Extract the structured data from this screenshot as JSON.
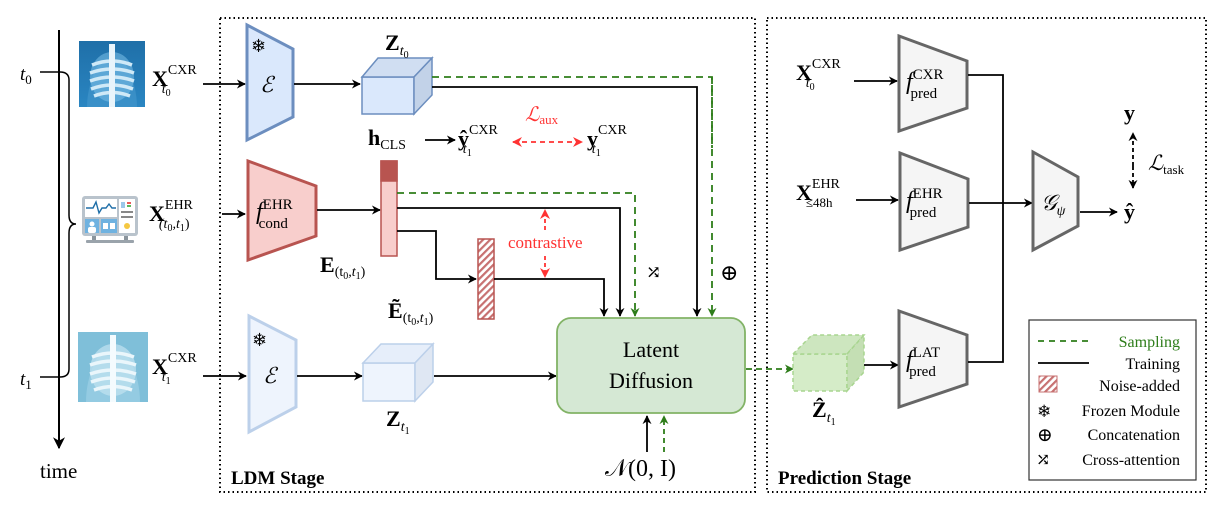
{
  "timeline": {
    "t0_label": "t",
    "t0_sub": "0",
    "t1_label": "t",
    "t1_sub": "1",
    "axis_label": "time"
  },
  "inputs": {
    "cxr_t0": {
      "main": "X",
      "sup": "CXR",
      "sub": "t",
      "subsub": "0",
      "icon": "chest-xray-icon"
    },
    "ehr": {
      "main": "X",
      "sup": "EHR",
      "sub": "(t",
      "subsub0": "0",
      "sub_mid": ",t",
      "subsub1": "1",
      "sub_end": ")",
      "icon": "patient-monitor-icon"
    },
    "cxr_t1": {
      "main": "X",
      "sup": "CXR",
      "sub": "t",
      "subsub": "1",
      "icon": "chest-xray-icon"
    }
  },
  "ldm_stage": {
    "title": "LDM Stage",
    "encoder_symbol": "ℰ",
    "frozen_icon": "❄",
    "z_t0": {
      "main": "Z",
      "sub": "t",
      "subsub": "0"
    },
    "z_t1": {
      "main": "Z",
      "sub": "t",
      "subsub": "1"
    },
    "f_cond": {
      "main": "f",
      "sup": "EHR",
      "sub": "cond"
    },
    "h_cls": {
      "main": "h",
      "sub": "CLS"
    },
    "y_hat": {
      "main": "ŷ",
      "sup": "CXR",
      "sub": "t",
      "subsub": "1"
    },
    "y_true": {
      "main": "y",
      "sup": "CXR",
      "sub": "t",
      "subsub": "1"
    },
    "l_aux": {
      "main": "ℒ",
      "sub": "aux"
    },
    "e_label": {
      "main": "E",
      "sub": "(t",
      "subsub0": "0",
      "sub_mid": ",t",
      "subsub1": "1",
      "sub_end": ")"
    },
    "e_tilde_label": {
      "main": "Ẽ",
      "sub": "(t",
      "subsub0": "0",
      "sub_mid": ",t",
      "subsub1": "1",
      "sub_end": ")"
    },
    "contrastive_label": "contrastive",
    "cross_attention_symbol": "⤮",
    "concat_symbol": "⊕",
    "latent_diffusion_line1": "Latent",
    "latent_diffusion_line2": "Diffusion",
    "noise": "𝒩(0, I)"
  },
  "prediction_stage": {
    "title": "Prediction Stage",
    "x_cxr": {
      "main": "X",
      "sup": "CXR",
      "sub": "t",
      "subsub": "0"
    },
    "x_ehr": {
      "main": "X",
      "sup": "EHR",
      "sub": "≤48h"
    },
    "f_cxr": {
      "main": "f",
      "sup": "CXR",
      "sub": "pred"
    },
    "f_ehr": {
      "main": "f",
      "sup": "EHR",
      "sub": "pred"
    },
    "f_lat": {
      "main": "f",
      "sup": "LAT",
      "sub": "pred"
    },
    "g_psi": {
      "main": "𝒢",
      "sub": "ψ"
    },
    "z_hat": {
      "main": "Ẑ",
      "sub": "t",
      "subsub": "1"
    },
    "y": "y",
    "y_hat": "ŷ",
    "l_task": {
      "main": "ℒ",
      "sub": "task"
    }
  },
  "legend": {
    "items": [
      {
        "label": "Sampling",
        "icon": "dashed-line-icon"
      },
      {
        "label": "Training",
        "icon": "solid-line-icon"
      },
      {
        "label": "Noise-added",
        "icon": "hatched-box-icon"
      },
      {
        "label": "Frozen Module",
        "icon": "snowflake-icon"
      },
      {
        "label": "Concatenation",
        "icon": "circled-plus-icon"
      },
      {
        "label": "Cross-attention",
        "icon": "shuffle-icon"
      }
    ]
  },
  "colors": {
    "encoder_fill": "#dae8fc",
    "encoder_stroke": "#6c8ebf",
    "cond_fill": "#f8cecc",
    "cond_stroke": "#b85450",
    "diffusion_fill": "#d5e8d4",
    "diffusion_stroke": "#82b366",
    "sampling": "#2e7d1a",
    "aux": "#ff3333",
    "pred_fill": "#f5f5f5",
    "pred_stroke": "#666666"
  }
}
